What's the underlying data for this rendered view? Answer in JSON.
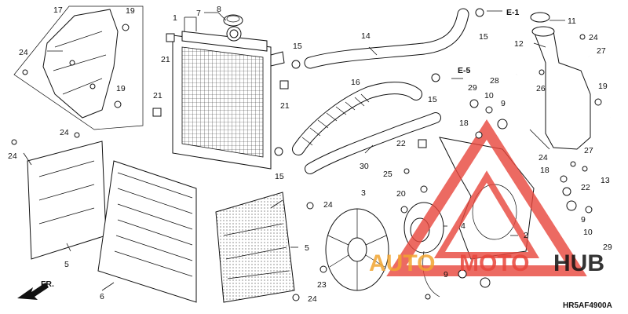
{
  "diagram": {
    "code": "HR5AF4900A",
    "front_marker": "FR.",
    "refs": [
      "E-1",
      "E-5"
    ],
    "watermark": {
      "part1": "AUTO",
      "part2": "MOTO",
      "part3": "HUB",
      "color_red": "#e8463c",
      "color_orange": "#f2a531"
    },
    "labels": [
      {
        "id": "l17",
        "text": "17"
      },
      {
        "id": "l19a",
        "text": "19"
      },
      {
        "id": "l24a",
        "text": "24"
      },
      {
        "id": "l19b",
        "text": "19"
      },
      {
        "id": "l1",
        "text": "1"
      },
      {
        "id": "l7",
        "text": "7"
      },
      {
        "id": "l8",
        "text": "8"
      },
      {
        "id": "l21a",
        "text": "21"
      },
      {
        "id": "l15a",
        "text": "15"
      },
      {
        "id": "l21b",
        "text": "21"
      },
      {
        "id": "l21c",
        "text": "21"
      },
      {
        "id": "l14",
        "text": "14"
      },
      {
        "id": "l15b",
        "text": "15"
      },
      {
        "id": "l11",
        "text": "11"
      },
      {
        "id": "l12",
        "text": "12"
      },
      {
        "id": "l24b",
        "text": "24"
      },
      {
        "id": "l27a",
        "text": "27"
      },
      {
        "id": "l28",
        "text": "28"
      },
      {
        "id": "l26",
        "text": "26"
      },
      {
        "id": "l19c",
        "text": "19"
      },
      {
        "id": "l16",
        "text": "16"
      },
      {
        "id": "l15c",
        "text": "15"
      },
      {
        "id": "l29a",
        "text": "29"
      },
      {
        "id": "l10a",
        "text": "10"
      },
      {
        "id": "l9a",
        "text": "9"
      },
      {
        "id": "l18a",
        "text": "18"
      },
      {
        "id": "l22a",
        "text": "22"
      },
      {
        "id": "l15d",
        "text": "15"
      },
      {
        "id": "l30",
        "text": "30"
      },
      {
        "id": "l24c",
        "text": "24"
      },
      {
        "id": "l24d",
        "text": "24"
      },
      {
        "id": "l5a",
        "text": "5"
      },
      {
        "id": "l6",
        "text": "6"
      },
      {
        "id": "l25",
        "text": "25"
      },
      {
        "id": "l3",
        "text": "3"
      },
      {
        "id": "l20",
        "text": "20"
      },
      {
        "id": "l24e",
        "text": "24"
      },
      {
        "id": "l4",
        "text": "4"
      },
      {
        "id": "l2",
        "text": "2"
      },
      {
        "id": "l24f",
        "text": "24"
      },
      {
        "id": "l18b",
        "text": "18"
      },
      {
        "id": "l22b",
        "text": "22"
      },
      {
        "id": "l27b",
        "text": "27"
      },
      {
        "id": "l13",
        "text": "13"
      },
      {
        "id": "l9b",
        "text": "9"
      },
      {
        "id": "l10b",
        "text": "10"
      },
      {
        "id": "l29b",
        "text": "29"
      },
      {
        "id": "l5b",
        "text": "5"
      },
      {
        "id": "l23",
        "text": "23"
      },
      {
        "id": "l24g",
        "text": "24"
      },
      {
        "id": "l9c",
        "text": "9"
      }
    ]
  }
}
